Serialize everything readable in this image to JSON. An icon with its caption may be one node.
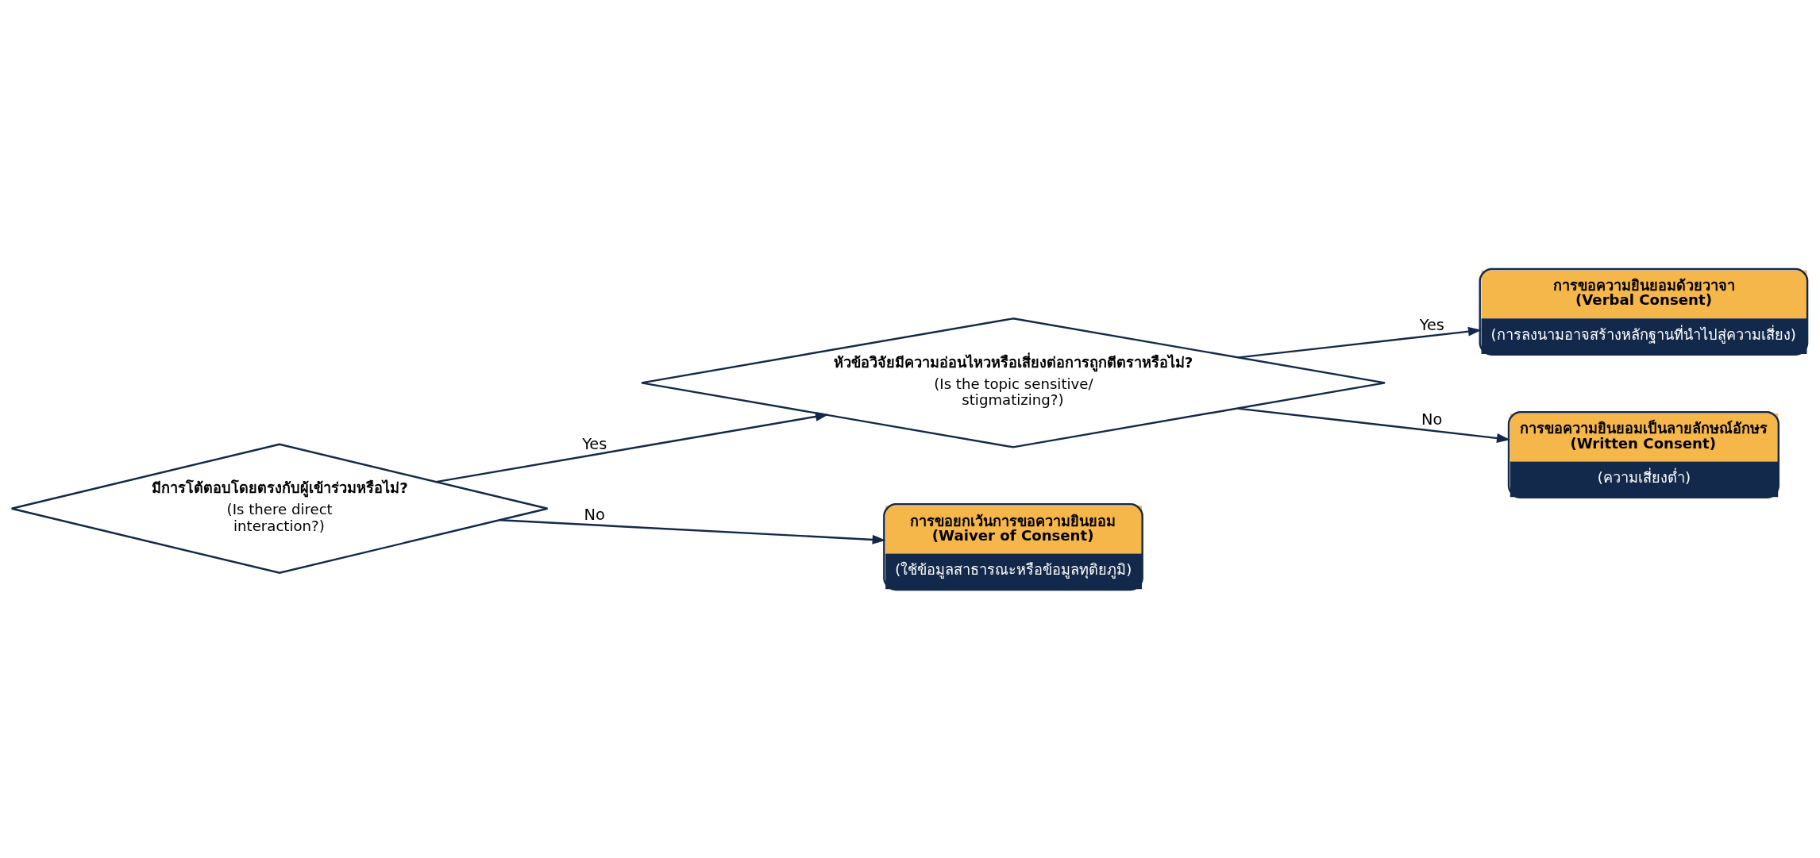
{
  "diagram": {
    "nodes": [
      {
        "text": [
          "มีการโต้ตอบโดยตรงกับผู้เข้าร่วมหรือไม่?",
          "(Is there direct interaction?)"
        ]
      },
      {
        "text": [
          "หัวข้อวิจัยมีความอ่อนไหวหรือเสี่ยงต่อการถูกตีตราหรือไม่?",
          "(Is the topic sensitive/ stigmatizing?)"
        ]
      },
      {
        "text": [
          "การขอความยินยอมด้วยวาจา (Verbal Consent)",
          "(การลงนามอาจสร้างหลักฐานที่นำไปสู่ความเสี่ยง)"
        ]
      },
      {
        "text": [
          "การขอความยินยอมเป็นลายลักษณ์อักษร (Written Consent)",
          "(ความเสี่ยงต่ำ)"
        ]
      },
      {
        "text": [
          "การขอยกเว้นการขอความยินยอม (Waiver of Consent)",
          "(ใช้ข้อมูลสาธารณะหรือข้อมูลทุติยภูมิ)"
        ]
      }
    ],
    "edges": [
      {
        "from": 0,
        "to": 1,
        "arrow": "to",
        "label": "Yes"
      },
      {
        "from": 1,
        "to": 2,
        "arrow": "to",
        "label": "Yes"
      },
      {
        "from": 1,
        "to": 3,
        "arrow": "to",
        "label": "No"
      },
      {
        "from": 0,
        "to": 4,
        "arrow": "to",
        "label": "No"
      }
    ]
  }
}
